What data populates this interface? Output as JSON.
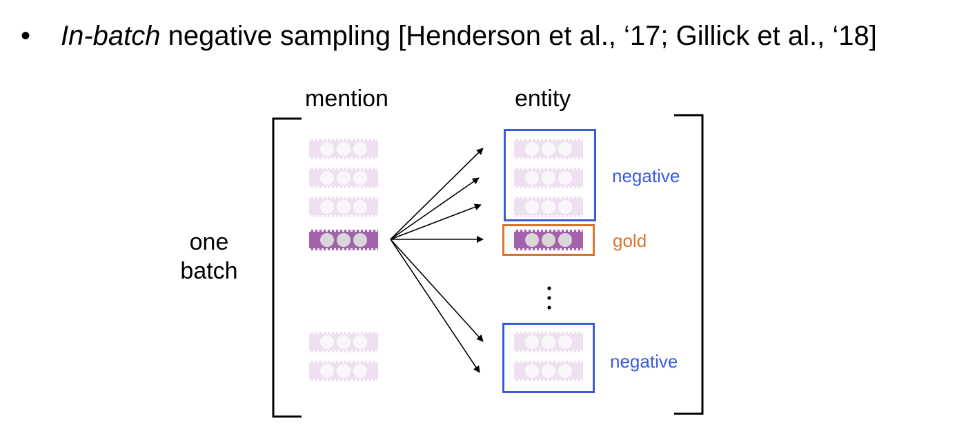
{
  "heading": {
    "bullet": "•",
    "italic_part": "In-batch",
    "rest": " negative sampling [Henderson et al., ‘17; Gillick et al., ‘18]"
  },
  "diagram": {
    "mention_label": "mention",
    "entity_label": "entity",
    "batch_label_line1": "one",
    "batch_label_line2": "batch",
    "negative_top": "negative",
    "gold": "gold",
    "negative_bottom": "negative",
    "ellipsis": "⋮"
  },
  "colors": {
    "negative": "#3a5bd9",
    "gold": "#d9742c",
    "faint_vector": "#efe0f1",
    "dark_vector": "#a462ac"
  }
}
